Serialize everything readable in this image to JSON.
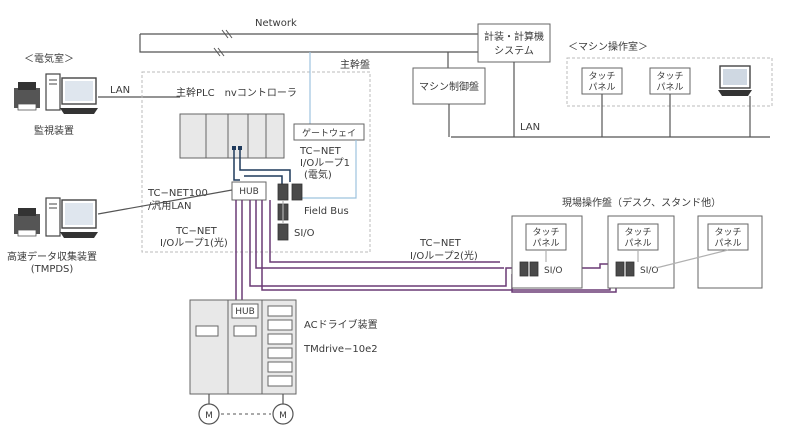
{
  "labels": {
    "network": "Network",
    "keisou": "計装・計算機",
    "system": "システム",
    "machine_room": "＜マシン操作室＞",
    "touch": "タッチ",
    "panel": "パネル",
    "denki_room": "＜電気室＞",
    "lan": "LAN",
    "kansou": "監視装置",
    "shukan": "主幹盤",
    "plc": "主幹PLC　nvコントローラ",
    "machine_ctrl": "マシン制御盤",
    "gateway": "ゲートウェイ",
    "tcnet_loop1_a": "TC−NET",
    "tcnet_loop1_b": "I/Oループ1",
    "tcnet_loop1_c": "(電気)",
    "hub": "HUB",
    "tcnet100_a": "TC−NET100",
    "tcnet100_b": "/汎用LAN",
    "fieldbus": "Field Bus",
    "sio": "SI/O",
    "tcnet_opt_a": "TC−NET",
    "tcnet_opt_b": "I/Oループ1(光)",
    "daq_a": "高速データ収集装置",
    "daq_b": "(TMPDS)",
    "genba": "現場操作盤（デスク、スタンド他）",
    "tcnet_loop2_a": "TC−NET",
    "tcnet_loop2_b": "I/Oループ2(光)",
    "acdrive": "ACドライブ装置",
    "tmdrive": "TMdrive−10e2",
    "motor": "M"
  }
}
